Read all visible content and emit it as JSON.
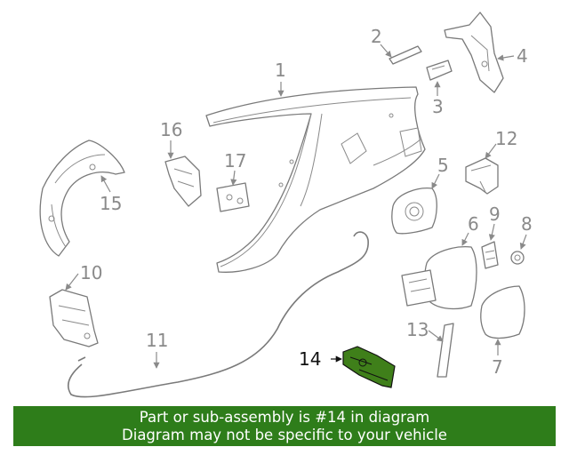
{
  "callouts": {
    "c1": "1",
    "c2": "2",
    "c3": "3",
    "c4": "4",
    "c5": "5",
    "c6": "6",
    "c7": "7",
    "c8": "8",
    "c9": "9",
    "c10": "10",
    "c11": "11",
    "c12": "12",
    "c13": "13",
    "c14": "14",
    "c15": "15",
    "c16": "16",
    "c17": "17"
  },
  "highlight_color": "#3f7f1a",
  "banner": {
    "line1": "Part or sub-assembly is #14 in diagram",
    "line2": "Diagram may not be specific to your vehicle",
    "color": "#2e7d1a"
  }
}
